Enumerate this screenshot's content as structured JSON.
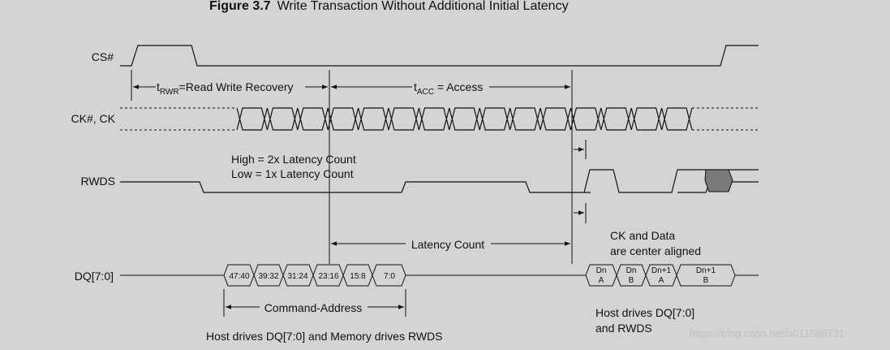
{
  "title": {
    "fig": "Figure 3.7",
    "text": "Write Transaction Without Additional Initial Latency"
  },
  "signals": {
    "cs": "CS#",
    "ck": "CK#, CK",
    "rwds": "RWDS",
    "dq": "DQ[7:0]"
  },
  "timing": {
    "trwr_t": "t",
    "trwr_sub": "RWR",
    "trwr_text": "=Read Write Recovery",
    "tacc_t": "t",
    "tacc_sub": "ACC",
    "tacc_text": " = Access"
  },
  "latency_note": {
    "line1": "High = 2x Latency Count",
    "line2": "Low =  1x Latency Count"
  },
  "latency_count": "Latency Count",
  "command_address": "Command-Address",
  "align_note": {
    "line1": "CK and Data",
    "line2": "are center aligned"
  },
  "cmd_bytes": [
    "47:40",
    "39:32",
    "31:24",
    "23:16",
    "15:8",
    "7:0"
  ],
  "data_bytes": [
    {
      "top": "Dn",
      "bottom": "A"
    },
    {
      "top": "Dn",
      "bottom": "B"
    },
    {
      "top": "Dn+1",
      "bottom": "A"
    },
    {
      "top": "Dn+1",
      "bottom": "B"
    }
  ],
  "footer_left": "Host drives DQ[7:0] and Memory drives RWDS",
  "footer_right": {
    "line1": "Host drives DQ[7:0]",
    "line2": "and RWDS"
  },
  "watermark": "https://blog.csdn.net/u011586731"
}
